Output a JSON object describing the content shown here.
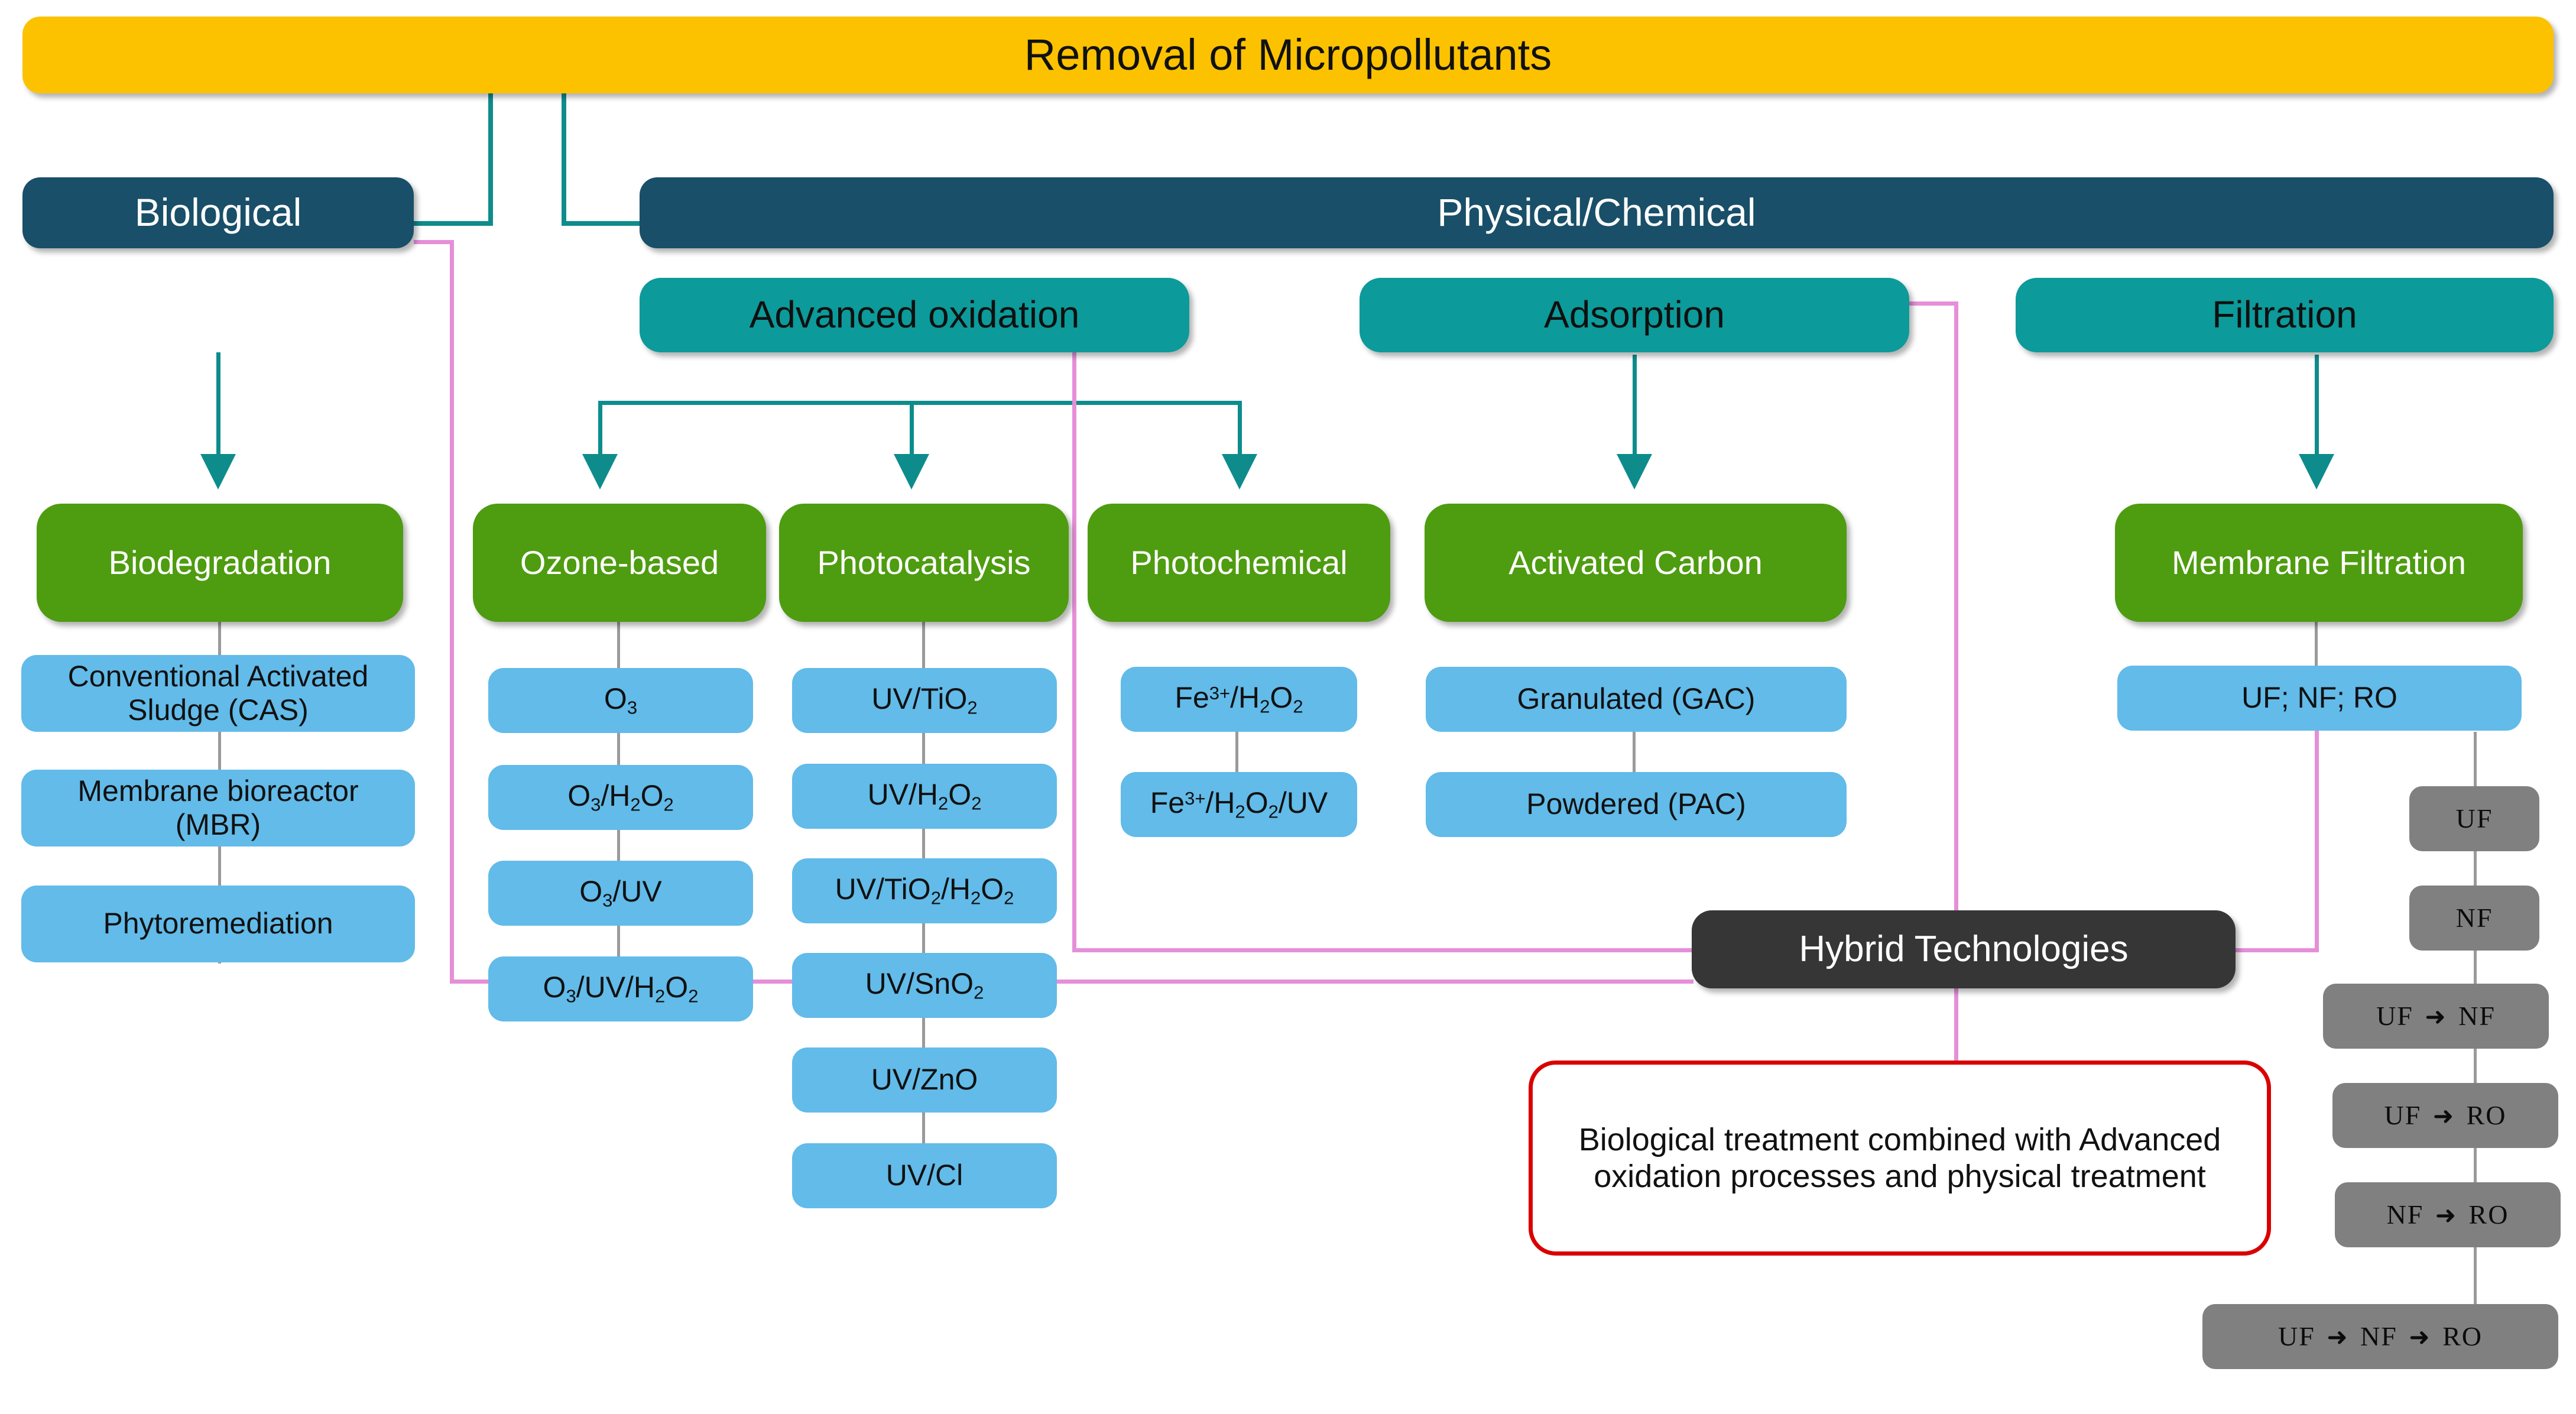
{
  "title": "Removal of Micropollutants",
  "colors": {
    "root": "#fcc200",
    "level1": "#194f68",
    "level2": "#0c9a9a",
    "level3": "#4e9c10",
    "leaf": "#62bbe9",
    "hybrid": "#363636",
    "note_border": "#d90000",
    "gray": "#808080",
    "connector_teal": "#0e8c8c",
    "connector_pink": "#e58fd8",
    "connector_gray": "#9a9a9a"
  },
  "branches": {
    "biological": "Biological",
    "physical_chemical": "Physical/Chemical"
  },
  "categories": {
    "advanced_oxidation": "Advanced oxidation",
    "adsorption": "Adsorption",
    "filtration": "Filtration"
  },
  "groups": {
    "biodegradation": "Biodegradation",
    "ozone_based": "Ozone-based",
    "photocatalysis": "Photocatalysis",
    "photochemical": "Photochemical",
    "activated_carbon": "Activated Carbon",
    "membrane_filtration": "Membrane Filtration"
  },
  "leaves": {
    "biodegradation": [
      "Conventional Activated Sludge (CAS)",
      "Membrane bioreactor (MBR)",
      "Phytoremediation"
    ],
    "ozone_based": [
      "O3",
      "O3/H2O2",
      "O3/UV",
      "O3/UV/H2O2"
    ],
    "photocatalysis": [
      "UV/TiO2",
      "UV/H2O2",
      "UV/TiO2/H2O2",
      "UV/SnO2",
      "UV/ZnO",
      "UV/Cl"
    ],
    "photochemical": [
      "Fe3+/H2O2",
      "Fe3+/H2O2/UV"
    ],
    "activated_carbon": [
      "Granulated (GAC)",
      "Powdered (PAC)"
    ],
    "membrane_filtration": [
      "UF; NF; RO"
    ]
  },
  "hybrid": {
    "label": "Hybrid Technologies",
    "note": "Biological treatment combined with Advanced oxidation processes and physical treatment"
  },
  "membrane_combinations": [
    {
      "parts": [
        "UF"
      ]
    },
    {
      "parts": [
        "NF"
      ]
    },
    {
      "parts": [
        "UF",
        "NF"
      ]
    },
    {
      "parts": [
        "UF",
        "RO"
      ]
    },
    {
      "parts": [
        "NF",
        "RO"
      ]
    },
    {
      "parts": [
        "UF",
        "NF",
        "RO"
      ]
    }
  ]
}
